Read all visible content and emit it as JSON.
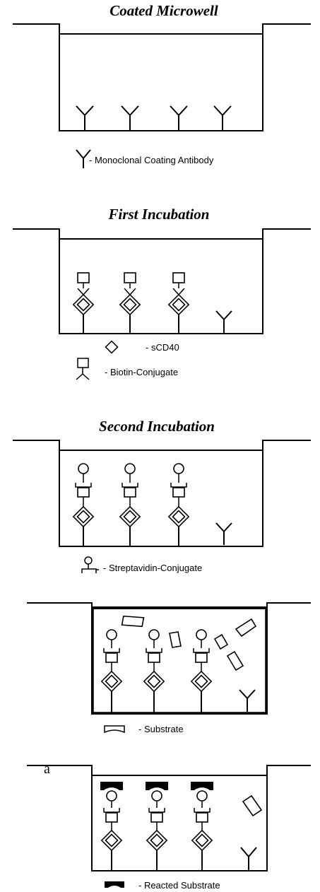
{
  "panels": [
    {
      "title": "Coated Microwell"
    },
    {
      "title": "First Incubation"
    },
    {
      "title": "Second Incubation"
    },
    {
      "title": ""
    },
    {
      "title": ""
    }
  ],
  "legend": {
    "coating_antibody": "- Monoclonal Coating Antibody",
    "scd40": "- sCD40",
    "biotin_conjugate": "- Biotin-Conjugate",
    "streptavidin_conjugate": "- Streptavidin-Conjugate",
    "substrate": "- Substrate",
    "reacted_substrate": "- Reacted Substrate"
  },
  "side_label": "a"
}
